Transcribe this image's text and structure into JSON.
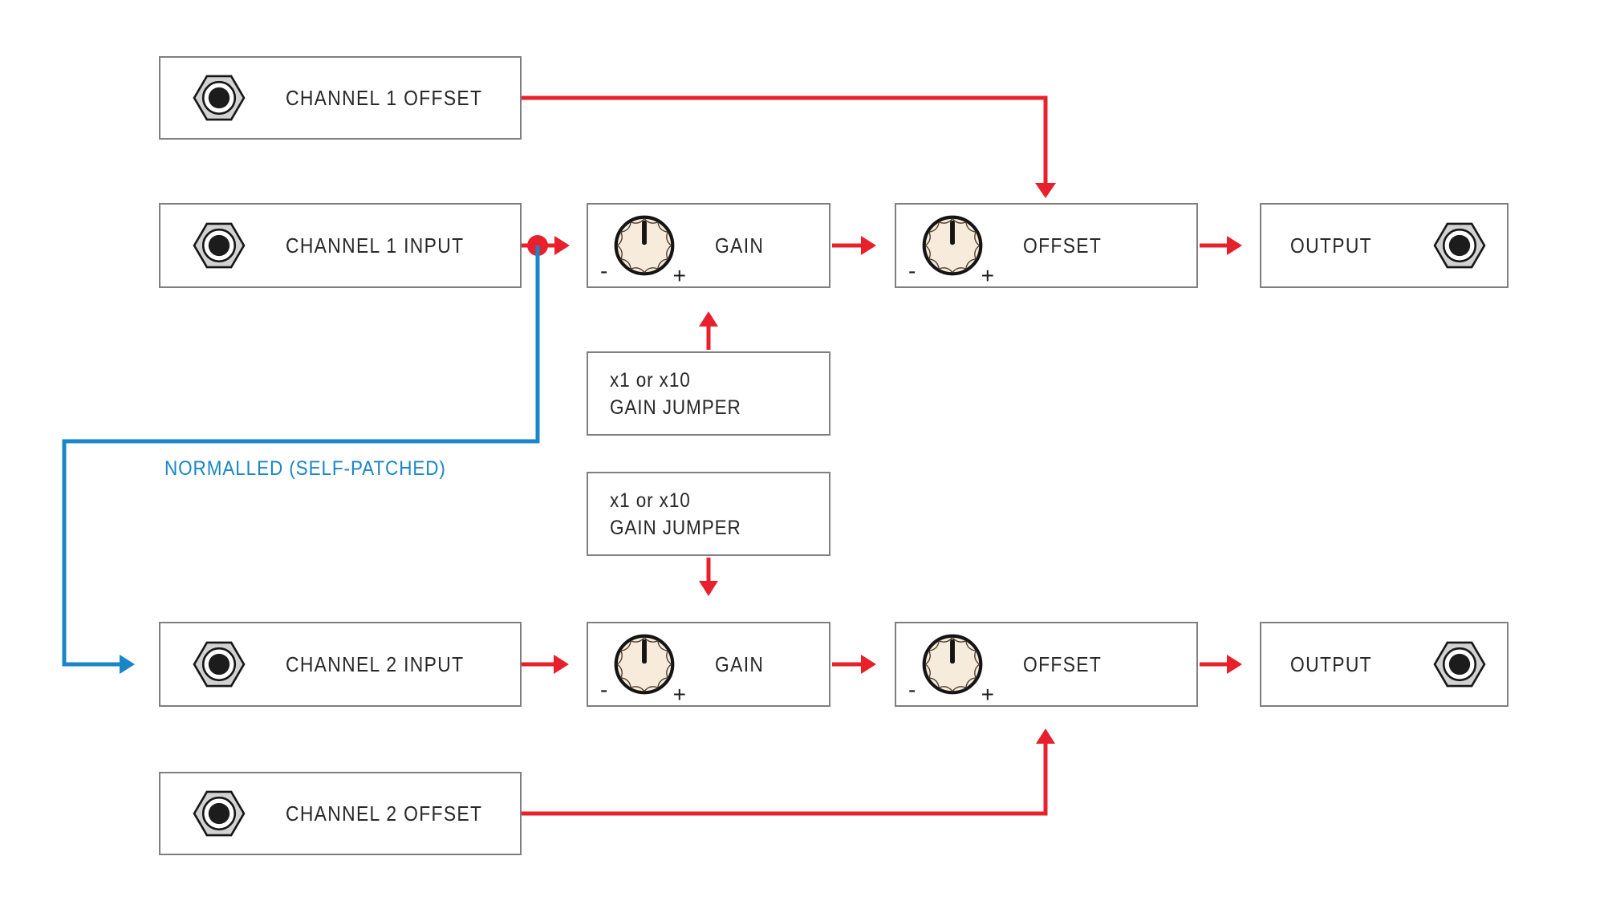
{
  "diagram": {
    "type": "signal-flow-block-diagram",
    "colors": {
      "signal_path_red": "#e8202b",
      "normalled_blue": "#1886c8",
      "knob_fill": "#f7ecdc",
      "jack_gray": "#d2d2d2",
      "box_border_gray": "#7f7f7f",
      "label_text": "#282828"
    },
    "normalled_label": "NORMALLED (SELF-PATCHED)",
    "knob": {
      "min_label": "-",
      "max_label": "+"
    },
    "channel1": {
      "offset_input": "CHANNEL 1 OFFSET",
      "input": "CHANNEL 1 INPUT",
      "gain": "GAIN",
      "offset": "OFFSET",
      "output": "OUTPUT",
      "jumper_line1": "x1 or x10",
      "jumper_line2": "GAIN JUMPER"
    },
    "channel2": {
      "offset_input": "CHANNEL 2 OFFSET",
      "input": "CHANNEL 2 INPUT",
      "gain": "GAIN",
      "offset": "OFFSET",
      "output": "OUTPUT",
      "jumper_line1": "x1 or x10",
      "jumper_line2": "GAIN JUMPER"
    }
  }
}
